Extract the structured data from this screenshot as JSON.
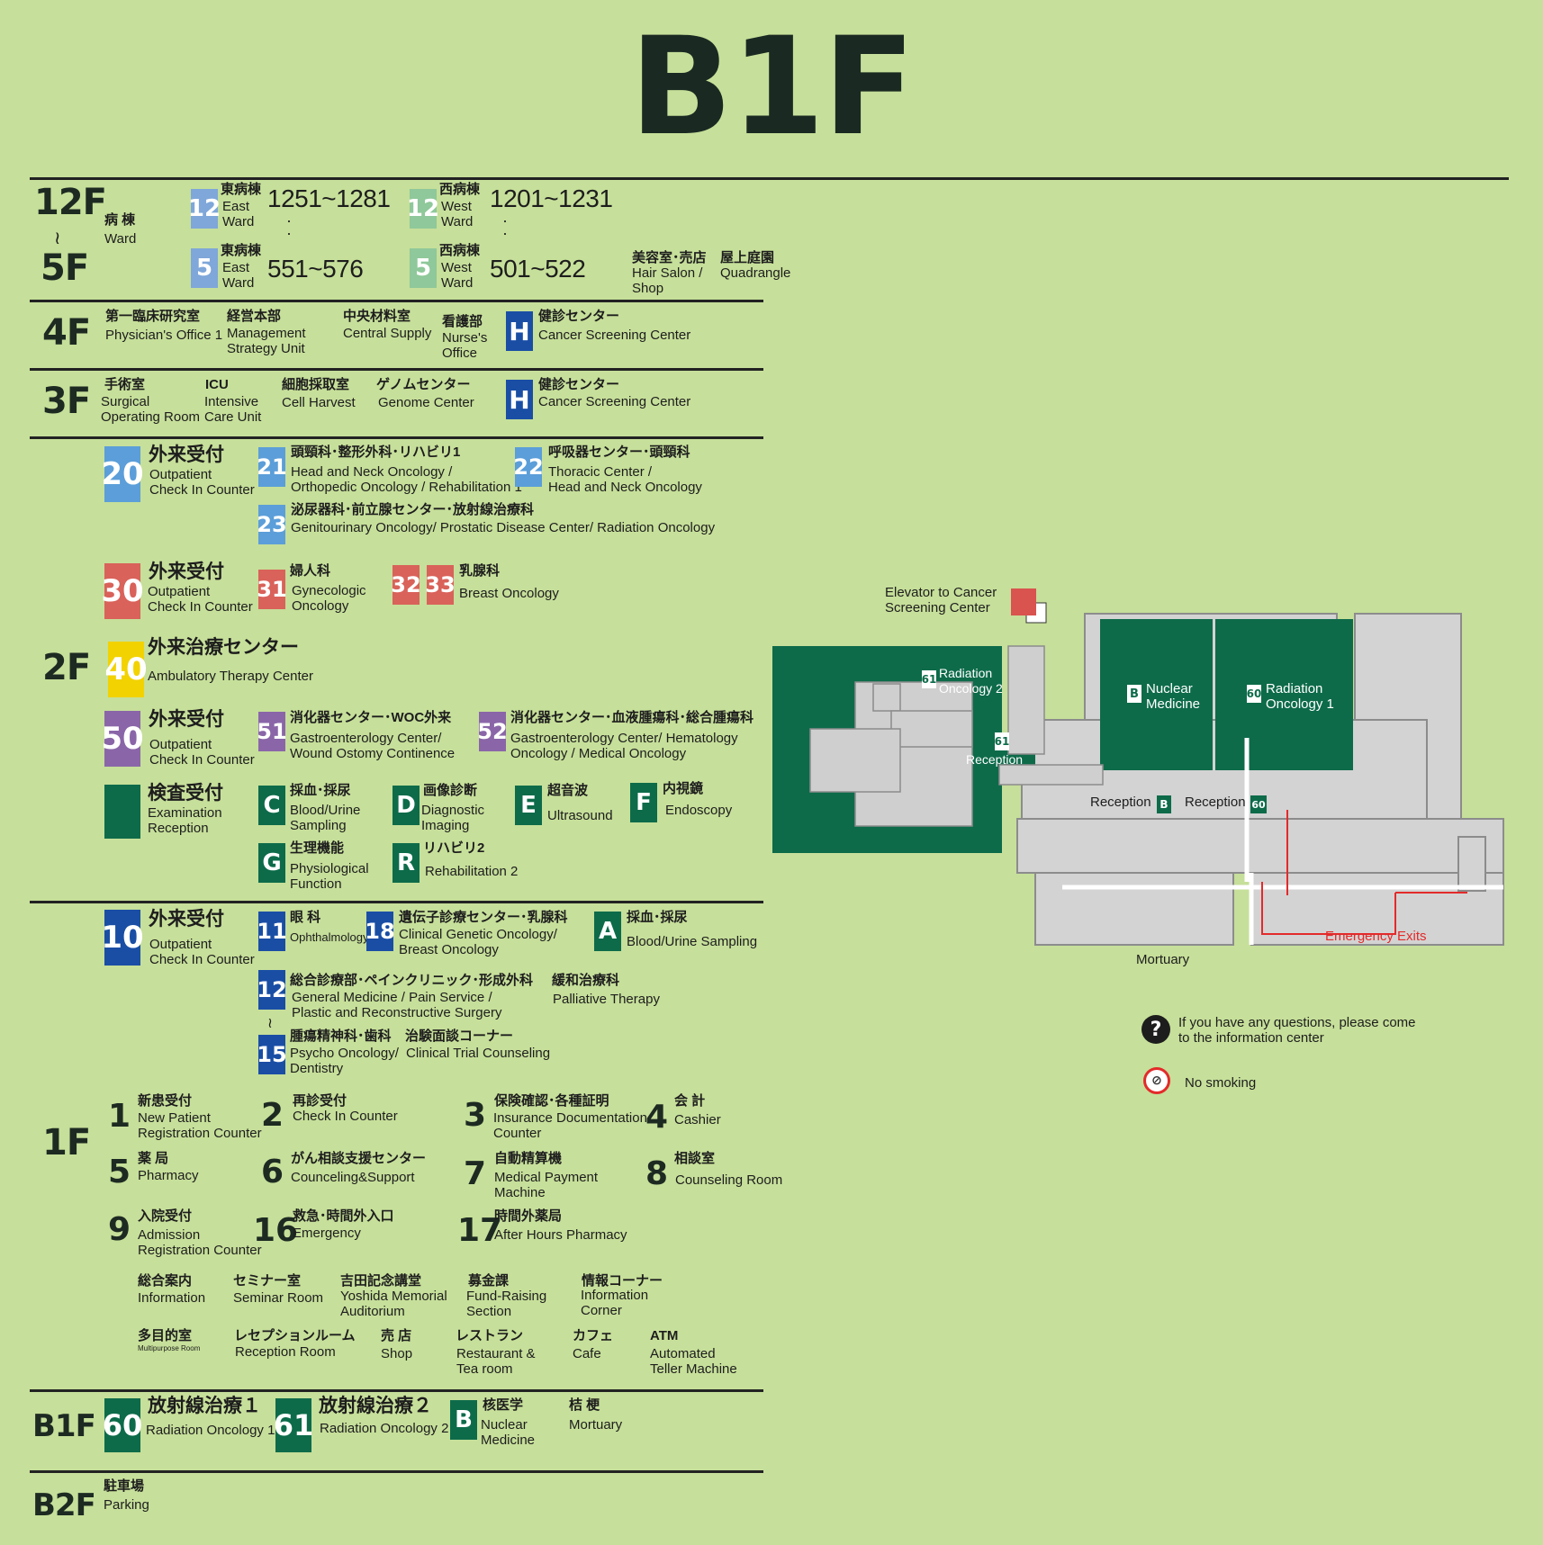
{
  "title": "B1F",
  "colors": {
    "background": "#c6df9a",
    "green": "#0d6b4a",
    "blue": "#1a4ea5",
    "lightblue": "#7fa7d9",
    "purple": "#8a66a8",
    "red": "#d9534f",
    "yellow": "#f2d200"
  },
  "floors": {
    "f12": "12F",
    "f5": "5F",
    "f4": "4F",
    "f3": "3F",
    "f2": "2F",
    "f1": "1F",
    "b1": "B1F",
    "b2": "B2F"
  },
  "wards": {
    "ward_jp": "病 棟",
    "ward_en": "Ward",
    "east_jp": "東病棟",
    "east_en": "East\nWard",
    "west_jp": "西病棟",
    "west_en": "West\nWard",
    "b12": "12",
    "b5": "5",
    "east_top": "1251~1281",
    "west_top": "1201~1231",
    "east_bot": "551~576",
    "west_bot": "501~522",
    "salon_jp": "美容室･売店",
    "salon_en": "Hair Salon /\nShop",
    "roof_jp": "屋上庭園",
    "roof_en": "Quadrangle"
  },
  "floor4": {
    "a_jp": "第一臨床研究室",
    "a_en": "Physician's Office 1",
    "b_jp": "経営本部",
    "b_en": "Management\nStrategy Unit",
    "c_jp": "中央材料室",
    "c_en": "Central Supply",
    "d_jp": "看護部",
    "d_en": "Nurse's\nOffice",
    "h": "H",
    "h_jp": "健診センター",
    "h_en": "Cancer Screening Center"
  },
  "floor3": {
    "a_jp": "手術室",
    "a_en": "Surgical\nOperating Room",
    "b_jp": "ICU",
    "b_en": "Intensive\nCare Unit",
    "c_jp": "細胞採取室",
    "c_en": "Cell Harvest",
    "d_jp": "ゲノムセンター",
    "d_en": "Genome Center",
    "h": "H",
    "h_jp": "健診センター",
    "h_en": "Cancer Screening Center"
  },
  "floor2": {
    "b20": "20",
    "r20_jp": "外来受付",
    "r20_en": "Outpatient\nCheck In Counter",
    "b21": "21",
    "r21_jp": "頭頸科･整形外科･リハビリ1",
    "r21_en": "Head and Neck Oncology /\nOrthopedic Oncology / Rehabilitation 1",
    "b22": "22",
    "r22_jp": "呼吸器センター･頭頸科",
    "r22_en": "Thoracic Center /\nHead and Neck Oncology",
    "b23": "23",
    "r23_jp": "泌尿器科･前立腺センター･放射線治療科",
    "r23_en": "Genitourinary Oncology/ Prostatic Disease Center/ Radiation Oncology",
    "b30": "30",
    "r30_jp": "外来受付",
    "r30_en": "Outpatient\nCheck In Counter",
    "b31": "31",
    "r31_jp": "婦人科",
    "r31_en": "Gynecologic\nOncology",
    "b32": "32",
    "b33": "33",
    "r33_jp": "乳腺科",
    "r33_en": "Breast Oncology",
    "b40": "40",
    "r40_jp": "外来治療センター",
    "r40_en": "Ambulatory Therapy Center",
    "b50": "50",
    "r50_jp": "外来受付",
    "r50_en": "Outpatient\nCheck In Counter",
    "b51": "51",
    "r51_jp": "消化器センター･WOC外来",
    "r51_en": "Gastroenterology Center/\nWound Ostomy Continence",
    "b52": "52",
    "r52_jp": "消化器センター･血液腫瘍科･総合腫瘍科",
    "r52_en": "Gastroenterology Center/ Hematology\nOncology / Medical Oncology",
    "exam_jp": "検査受付",
    "exam_en": "Examination\nReception",
    "c": "C",
    "c_jp": "採血･採尿",
    "c_en": "Blood/Urine\nSampling",
    "d": "D",
    "d_jp": "画像診断",
    "d_en": "Diagnostic\nImaging",
    "e": "E",
    "e_jp": "超音波",
    "e_en": "Ultrasound",
    "f": "F",
    "f_jp": "内視鏡",
    "f_en": "Endoscopy",
    "g": "G",
    "g_jp": "生理機能",
    "g_en": "Physiological\nFunction",
    "r": "R",
    "r_jp": "リハビリ2",
    "r_en": "Rehabilitation 2"
  },
  "floor1": {
    "b10": "10",
    "r10_jp": "外来受付",
    "r10_en": "Outpatient\nCheck In Counter",
    "b11": "11",
    "r11_jp": "眼 科",
    "r11_en": "Ophthalmology",
    "b18": "18",
    "r18_jp": "遺伝子診療センター･乳腺科",
    "r18_en": "Clinical Genetic Oncology/\nBreast Oncology",
    "a": "A",
    "a_jp": "採血･採尿",
    "a_en": "Blood/Urine Sampling",
    "b12": "12",
    "r12_jp": "総合診療部･ペインクリニック･形成外科",
    "r12_en": "General Medicine / Pain Service /\nPlastic and Reconstructive Surgery",
    "pal_jp": "緩和治療科",
    "pal_en": "Palliative Therapy",
    "tilde": "≀",
    "b15": "15",
    "r15_jp": "腫瘍精神科･歯科",
    "r15_en": "Psycho Oncology/\nDentistry",
    "trial_jp": "治験面談コーナー",
    "trial_en": "Clinical Trial Counseling",
    "n1": "1",
    "n1_jp": "新患受付",
    "n1_en": "New Patient\nRegistration Counter",
    "n2": "2",
    "n2_jp": "再診受付",
    "n2_en": "Check In Counter",
    "n3": "3",
    "n3_jp": "保険確認･各種証明",
    "n3_en": "Insurance Documentation\nCounter",
    "n4": "4",
    "n4_jp": "会 計",
    "n4_en": "Cashier",
    "n5": "5",
    "n5_jp": "薬 局",
    "n5_en": "Pharmacy",
    "n6": "6",
    "n6_jp": "がん相談支援センター",
    "n6_en": "Counceling&Support",
    "n7": "7",
    "n7_jp": "自動精算機",
    "n7_en": "Medical Payment\nMachine",
    "n8": "8",
    "n8_jp": "相談室",
    "n8_en": "Counseling Room",
    "n9": "9",
    "n9_jp": "入院受付",
    "n9_en": "Admission\nRegistration Counter",
    "n16": "16",
    "n16_jp": "救急･時間外入口",
    "n16_en": "Emergency",
    "n17": "17",
    "n17_jp": "時間外薬局",
    "n17_en": "After Hours Pharmacy",
    "i1_jp": "総合案内",
    "i1_en": "Information",
    "i2_jp": "セミナー室",
    "i2_en": "Seminar Room",
    "i3_jp": "吉田記念講堂",
    "i3_en": "Yoshida Memorial\nAuditorium",
    "i4_jp": "募金課",
    "i4_en": "Fund-Raising\nSection",
    "i5_jp": "情報コーナー",
    "i5_en": "Information\nCorner",
    "i6_jp": "多目的室",
    "i6_en": "Multipurpose Room",
    "i7_jp": "レセプションルーム",
    "i7_en": "Reception Room",
    "i8_jp": "売 店",
    "i8_en": "Shop",
    "i9_jp": "レストラン",
    "i9_en": "Restaurant &\nTea room",
    "i10_jp": "カフェ",
    "i10_en": "Cafe",
    "i11_jp": "ATM",
    "i11_en": "Automated\nTeller Machine"
  },
  "floorB1": {
    "b60": "60",
    "r60_jp": "放射線治療１",
    "r60_en": "Radiation Oncology 1",
    "b61": "61",
    "r61_jp": "放射線治療２",
    "r61_en": "Radiation Oncology 2",
    "b": "B",
    "rb_jp": "核医学",
    "rb_en": "Nuclear\nMedicine",
    "m_jp": "桔 梗",
    "m_en": "Mortuary"
  },
  "floorB2": {
    "p_jp": "駐車場",
    "p_en": "Parking"
  },
  "map": {
    "elevator": "Elevator to Cancer\nScreening Center",
    "rad2": "Radiation\nOncology 2",
    "rad2_num": "61",
    "rad1": "Radiation\nOncology 1",
    "rad1_num": "60",
    "nuclear": "Nuclear\nMedicine",
    "nuclear_b": "B",
    "reception": "Reception",
    "reception61": "61",
    "recB": "Reception",
    "recB_b": "B",
    "rec60": "Reception",
    "rec60_n": "60",
    "emergency": "Emergency Exits",
    "mortuary": "Mortuary"
  },
  "notes": {
    "question": "If you have any questions, please come\nto the information center",
    "nosmoking": "No smoking"
  }
}
